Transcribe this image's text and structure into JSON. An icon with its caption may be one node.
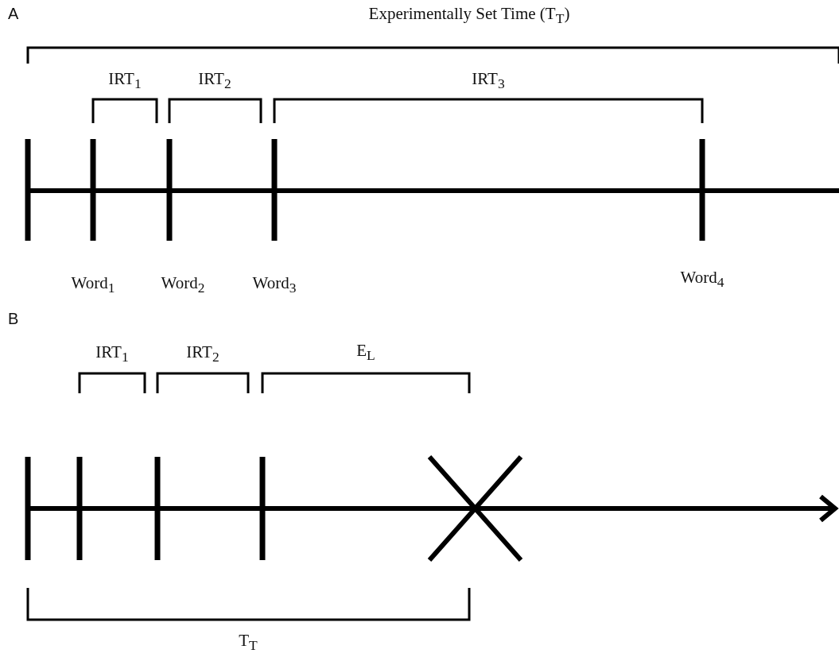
{
  "diagram": {
    "labels": [
      "A",
      "Experimentally Set Time (T$_{T}$)",
      "IRT$_{1}$",
      "IRT$_{2}$",
      "IRT$_{3}$",
      "Word$_{1}$",
      "Word$_{2}$",
      "Word$_{3}$",
      "Word$_{4}$",
      "B",
      "IRT$_{1}$",
      "IRT$_{2}$",
      "E$_{L}$",
      "T$_{T}$"
    ]
  }
}
